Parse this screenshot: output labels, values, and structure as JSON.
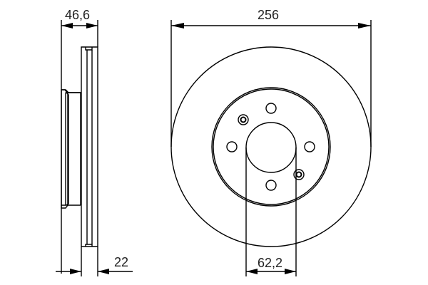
{
  "drawing": {
    "title": "Brake disc technical drawing",
    "side_view": {
      "overall_thickness_label": "46,6",
      "disc_thickness_label": "22"
    },
    "front_view": {
      "diameter_label": "256",
      "center_bore_label": "62,2",
      "bolt_hole_count": 4,
      "locating_screw_count": 2
    },
    "colors": {
      "line": "#000000",
      "text": "#222222",
      "background": "#ffffff"
    }
  }
}
